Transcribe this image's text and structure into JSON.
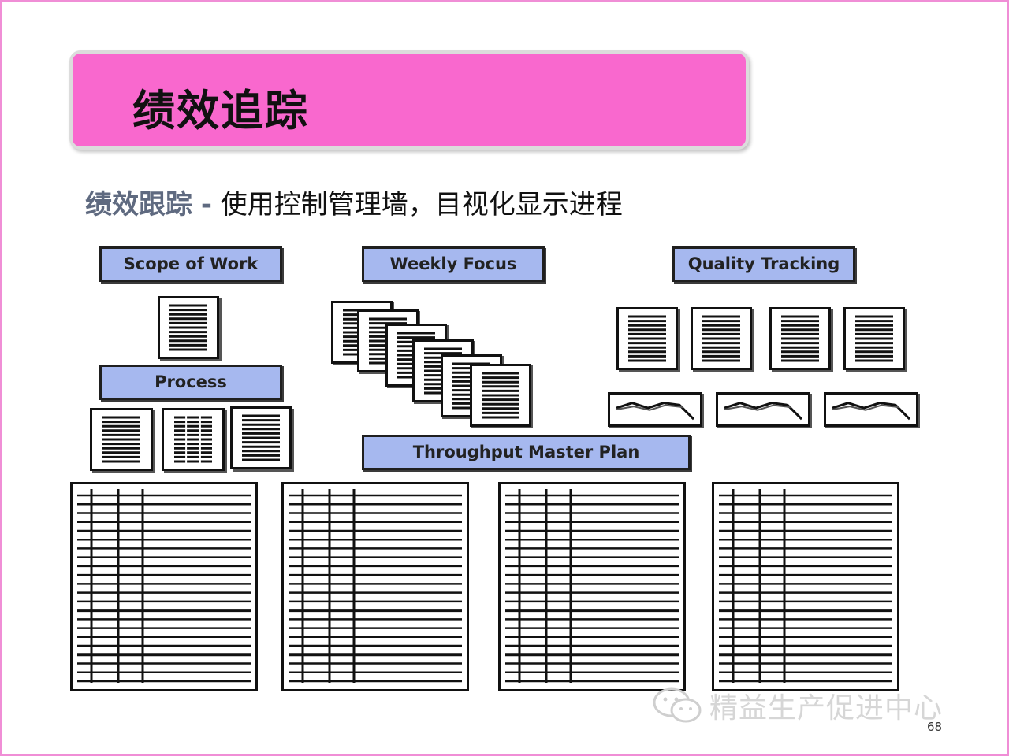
{
  "slide": {
    "title": "绩效追踪",
    "subtitle_lead": "绩效跟踪",
    "subtitle_separator": "-",
    "subtitle_rest": "使用控制管理墙，目视化显示进程",
    "page_number": "68"
  },
  "labels": {
    "scope_of_work": "Scope of Work",
    "weekly_focus": "Weekly Focus",
    "quality_tracking": "Quality Tracking",
    "process": "Process",
    "throughput_master_plan": "Throughput Master Plan"
  },
  "watermark": {
    "text": "精益生产促进中心",
    "icon": "wechat-icon"
  },
  "colors": {
    "title_bar": "#f968ce",
    "label_fill": "#a6b8ef",
    "frame": "#f08ed6"
  }
}
